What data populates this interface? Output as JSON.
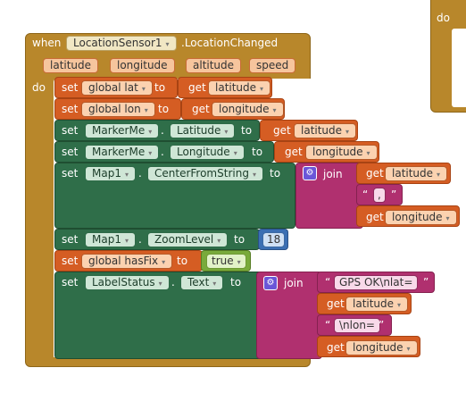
{
  "event": {
    "when": "when",
    "component": "LocationSensor1",
    "event_name": ".LocationChanged",
    "params": [
      "latitude",
      "longitude",
      "altitude",
      "speed"
    ],
    "do": "do"
  },
  "bg_block": {
    "do": "do"
  },
  "rows": {
    "set": "set",
    "global_prefix": "global",
    "to": "to",
    "get": "get",
    "dot": "."
  },
  "blocks": {
    "set_lat": {
      "var": "global lat",
      "value": "latitude"
    },
    "set_lon": {
      "var": "global lon",
      "value": "longitude"
    },
    "marker_lat": {
      "component": "MarkerMe",
      "property": "Latitude",
      "value": "latitude"
    },
    "marker_lon": {
      "component": "MarkerMe",
      "property": "Longitude",
      "value": "longitude"
    },
    "map_center": {
      "component": "Map1",
      "method": "CenterFromString",
      "join": "join",
      "items": [
        "latitude",
        ",",
        "longitude"
      ]
    },
    "map_zoom": {
      "component": "Map1",
      "property": "ZoomLevel",
      "value": "18"
    },
    "set_fix": {
      "var": "global hasFix",
      "value": "true"
    },
    "label_status": {
      "component": "LabelStatus",
      "property": "Text",
      "join": "join",
      "items": [
        "GPS OK\\nlat=",
        "latitude",
        "\\nlon=",
        "longitude"
      ]
    }
  },
  "colors": {
    "event": "#b8872b",
    "variable": "#d55d23",
    "component": "#2f6e49",
    "text": "#b0306f",
    "logic": "#79aa3b",
    "math": "#3b6fb3",
    "mutator": "#6a56d8"
  },
  "icons": [
    "gear-icon",
    "dropdown-arrow-icon"
  ]
}
